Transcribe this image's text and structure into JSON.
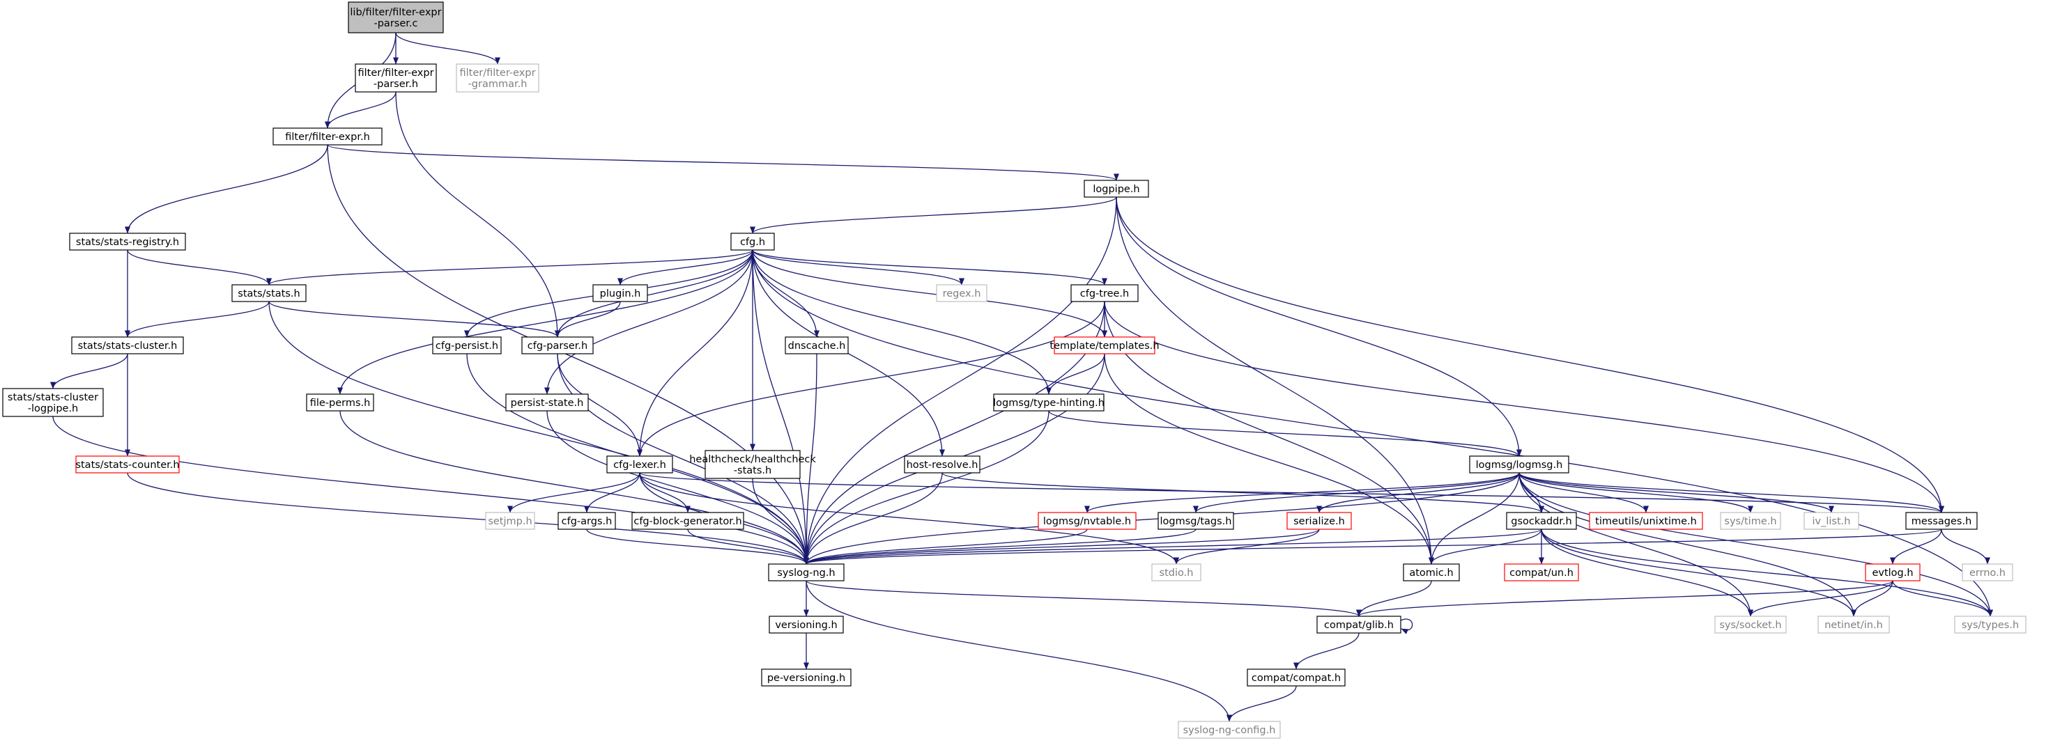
{
  "title": "",
  "colors": {
    "edge": "#191970",
    "node_border_normal": "#000000",
    "node_border_missing": "#bfbfbf",
    "node_border_truncated": "#ff0000",
    "root_fill": "#bfbfbf",
    "text_missing": "#808080"
  },
  "nodes": {
    "root": [
      "lib/filter/filter-expr",
      "-parser.c"
    ],
    "filter_expr_parser_h": [
      "filter/filter-expr",
      "-parser.h"
    ],
    "filter_expr_grammar_h": [
      "filter/filter-expr",
      "-grammar.h"
    ],
    "filter_expr_h": [
      "filter/filter-expr.h"
    ],
    "logpipe_h": [
      "logpipe.h"
    ],
    "stats_registry_h": [
      "stats/stats-registry.h"
    ],
    "cfg_h": [
      "cfg.h"
    ],
    "stats_stats_h": [
      "stats/stats.h"
    ],
    "plugin_h": [
      "plugin.h"
    ],
    "regex_h": [
      "regex.h"
    ],
    "cfg_tree_h": [
      "cfg-tree.h"
    ],
    "stats_cluster_h": [
      "stats/stats-cluster.h"
    ],
    "cfg_persist_h": [
      "cfg-persist.h"
    ],
    "cfg_parser_h": [
      "cfg-parser.h"
    ],
    "dnscache_h": [
      "dnscache.h"
    ],
    "templates_h": [
      "template/templates.h"
    ],
    "stats_cluster_logpipe_h": [
      "stats/stats-cluster",
      "-logpipe.h"
    ],
    "file_perms_h": [
      "file-perms.h"
    ],
    "persist_state_h": [
      "persist-state.h"
    ],
    "type_hinting_h": [
      "logmsg/type-hinting.h"
    ],
    "cfg_lexer_h": [
      "cfg-lexer.h"
    ],
    "healthcheck_h": [
      "healthcheck/healthcheck",
      "-stats.h"
    ],
    "host_resolve_h": [
      "host-resolve.h"
    ],
    "logmsg_h": [
      "logmsg/logmsg.h"
    ],
    "stats_counter_h": [
      "stats/stats-counter.h"
    ],
    "setjmp_h": [
      "setjmp.h"
    ],
    "cfg_args_h": [
      "cfg-args.h"
    ],
    "cfg_block_generator_h": [
      "cfg-block-generator.h"
    ],
    "nvtable_h": [
      "logmsg/nvtable.h"
    ],
    "tags_h": [
      "logmsg/tags.h"
    ],
    "serialize_h": [
      "serialize.h"
    ],
    "gsockaddr_h": [
      "gsockaddr.h"
    ],
    "unixtime_h": [
      "timeutils/unixtime.h"
    ],
    "sys_time_h": [
      "sys/time.h"
    ],
    "iv_list_h": [
      "iv_list.h"
    ],
    "messages_h": [
      "messages.h"
    ],
    "syslog_ng_h": [
      "syslog-ng.h"
    ],
    "stdio_h": [
      "stdio.h"
    ],
    "atomic_h": [
      "atomic.h"
    ],
    "compat_un_h": [
      "compat/un.h"
    ],
    "evtlog_h": [
      "evtlog.h"
    ],
    "errno_h": [
      "errno.h"
    ],
    "versioning_h": [
      "versioning.h"
    ],
    "compat_glib_h": [
      "compat/glib.h"
    ],
    "sys_socket_h": [
      "sys/socket.h"
    ],
    "netinet_in_h": [
      "netinet/in.h"
    ],
    "sys_types_h": [
      "sys/types.h"
    ],
    "pe_versioning_h": [
      "pe-versioning.h"
    ],
    "compat_compat_h": [
      "compat/compat.h"
    ],
    "syslog_ng_config_h": [
      "syslog-ng-config.h"
    ]
  },
  "edges": [
    [
      "root",
      "filter_expr_parser_h"
    ],
    [
      "root",
      "filter_expr_grammar_h"
    ],
    [
      "root",
      "filter_expr_h"
    ],
    [
      "filter_expr_parser_h",
      "filter_expr_h"
    ],
    [
      "filter_expr_parser_h",
      "cfg_parser_h"
    ],
    [
      "filter_expr_h",
      "logpipe_h"
    ],
    [
      "filter_expr_h",
      "stats_registry_h"
    ],
    [
      "filter_expr_h",
      "syslog_ng_h"
    ],
    [
      "logpipe_h",
      "cfg_h"
    ],
    [
      "logpipe_h",
      "syslog_ng_h"
    ],
    [
      "logpipe_h",
      "logmsg_h"
    ],
    [
      "logpipe_h",
      "atomic_h"
    ],
    [
      "logpipe_h",
      "messages_h"
    ],
    [
      "stats_registry_h",
      "stats_stats_h"
    ],
    [
      "stats_registry_h",
      "stats_cluster_h"
    ],
    [
      "cfg_h",
      "stats_stats_h"
    ],
    [
      "cfg_h",
      "plugin_h"
    ],
    [
      "cfg_h",
      "regex_h"
    ],
    [
      "cfg_h",
      "cfg_tree_h"
    ],
    [
      "cfg_h",
      "cfg_persist_h"
    ],
    [
      "cfg_h",
      "cfg_parser_h"
    ],
    [
      "cfg_h",
      "dnscache_h"
    ],
    [
      "cfg_h",
      "templates_h"
    ],
    [
      "cfg_h",
      "file_perms_h"
    ],
    [
      "cfg_h",
      "persist_state_h"
    ],
    [
      "cfg_h",
      "type_hinting_h"
    ],
    [
      "cfg_h",
      "cfg_lexer_h"
    ],
    [
      "cfg_h",
      "healthcheck_h"
    ],
    [
      "cfg_h",
      "host_resolve_h"
    ],
    [
      "cfg_h",
      "syslog_ng_h"
    ],
    [
      "cfg_h",
      "sys_types_h"
    ],
    [
      "stats_stats_h",
      "stats_cluster_h"
    ],
    [
      "stats_stats_h",
      "cfg_parser_h"
    ],
    [
      "stats_stats_h",
      "syslog_ng_h"
    ],
    [
      "plugin_h",
      "cfg_parser_h"
    ],
    [
      "cfg_tree_h",
      "templates_h"
    ],
    [
      "cfg_tree_h",
      "cfg_lexer_h"
    ],
    [
      "cfg_tree_h",
      "syslog_ng_h"
    ],
    [
      "cfg_tree_h",
      "atomic_h"
    ],
    [
      "cfg_tree_h",
      "messages_h"
    ],
    [
      "stats_cluster_h",
      "stats_cluster_logpipe_h"
    ],
    [
      "stats_cluster_h",
      "stats_counter_h"
    ],
    [
      "cfg_persist_h",
      "syslog_ng_h"
    ],
    [
      "cfg_parser_h",
      "cfg_lexer_h"
    ],
    [
      "cfg_parser_h",
      "syslog_ng_h"
    ],
    [
      "dnscache_h",
      "syslog_ng_h"
    ],
    [
      "templates_h",
      "type_hinting_h"
    ],
    [
      "templates_h",
      "syslog_ng_h"
    ],
    [
      "templates_h",
      "atomic_h"
    ],
    [
      "stats_cluster_logpipe_h",
      "syslog_ng_h"
    ],
    [
      "file_perms_h",
      "syslog_ng_h"
    ],
    [
      "persist_state_h",
      "syslog_ng_h"
    ],
    [
      "type_hinting_h",
      "logmsg_h"
    ],
    [
      "type_hinting_h",
      "syslog_ng_h"
    ],
    [
      "cfg_lexer_h",
      "setjmp_h"
    ],
    [
      "cfg_lexer_h",
      "cfg_args_h"
    ],
    [
      "cfg_lexer_h",
      "cfg_block_generator_h"
    ],
    [
      "cfg_lexer_h",
      "messages_h"
    ],
    [
      "cfg_lexer_h",
      "syslog_ng_h"
    ],
    [
      "cfg_lexer_h",
      "stdio_h"
    ],
    [
      "healthcheck_h",
      "syslog_ng_h"
    ],
    [
      "host_resolve_h",
      "gsockaddr_h"
    ],
    [
      "host_resolve_h",
      "syslog_ng_h"
    ],
    [
      "logmsg_h",
      "nvtable_h"
    ],
    [
      "logmsg_h",
      "tags_h"
    ],
    [
      "logmsg_h",
      "serialize_h"
    ],
    [
      "logmsg_h",
      "gsockaddr_h"
    ],
    [
      "logmsg_h",
      "unixtime_h"
    ],
    [
      "logmsg_h",
      "sys_time_h"
    ],
    [
      "logmsg_h",
      "iv_list_h"
    ],
    [
      "logmsg_h",
      "messages_h"
    ],
    [
      "logmsg_h",
      "syslog_ng_h"
    ],
    [
      "logmsg_h",
      "atomic_h"
    ],
    [
      "logmsg_h",
      "sys_types_h"
    ],
    [
      "logmsg_h",
      "netinet_in_h"
    ],
    [
      "logmsg_h",
      "sys_socket_h"
    ],
    [
      "stats_counter_h",
      "syslog_ng_h"
    ],
    [
      "cfg_args_h",
      "syslog_ng_h"
    ],
    [
      "cfg_block_generator_h",
      "syslog_ng_h"
    ],
    [
      "nvtable_h",
      "syslog_ng_h"
    ],
    [
      "tags_h",
      "syslog_ng_h"
    ],
    [
      "serialize_h",
      "syslog_ng_h"
    ],
    [
      "serialize_h",
      "stdio_h"
    ],
    [
      "gsockaddr_h",
      "syslog_ng_h"
    ],
    [
      "gsockaddr_h",
      "atomic_h"
    ],
    [
      "gsockaddr_h",
      "compat_un_h"
    ],
    [
      "gsockaddr_h",
      "sys_socket_h"
    ],
    [
      "gsockaddr_h",
      "netinet_in_h"
    ],
    [
      "gsockaddr_h",
      "sys_types_h"
    ],
    [
      "messages_h",
      "syslog_ng_h"
    ],
    [
      "messages_h",
      "evtlog_h"
    ],
    [
      "messages_h",
      "errno_h"
    ],
    [
      "atomic_h",
      "compat_glib_h"
    ],
    [
      "evtlog_h",
      "compat_glib_h"
    ],
    [
      "evtlog_h",
      "sys_socket_h"
    ],
    [
      "evtlog_h",
      "netinet_in_h"
    ],
    [
      "evtlog_h",
      "sys_types_h"
    ],
    [
      "syslog_ng_h",
      "versioning_h"
    ],
    [
      "syslog_ng_h",
      "compat_glib_h"
    ],
    [
      "syslog_ng_h",
      "syslog_ng_config_h"
    ],
    [
      "versioning_h",
      "pe_versioning_h"
    ],
    [
      "compat_glib_h",
      "compat_glib_h"
    ],
    [
      "compat_glib_h",
      "compat_compat_h"
    ],
    [
      "compat_compat_h",
      "syslog_ng_config_h"
    ]
  ]
}
